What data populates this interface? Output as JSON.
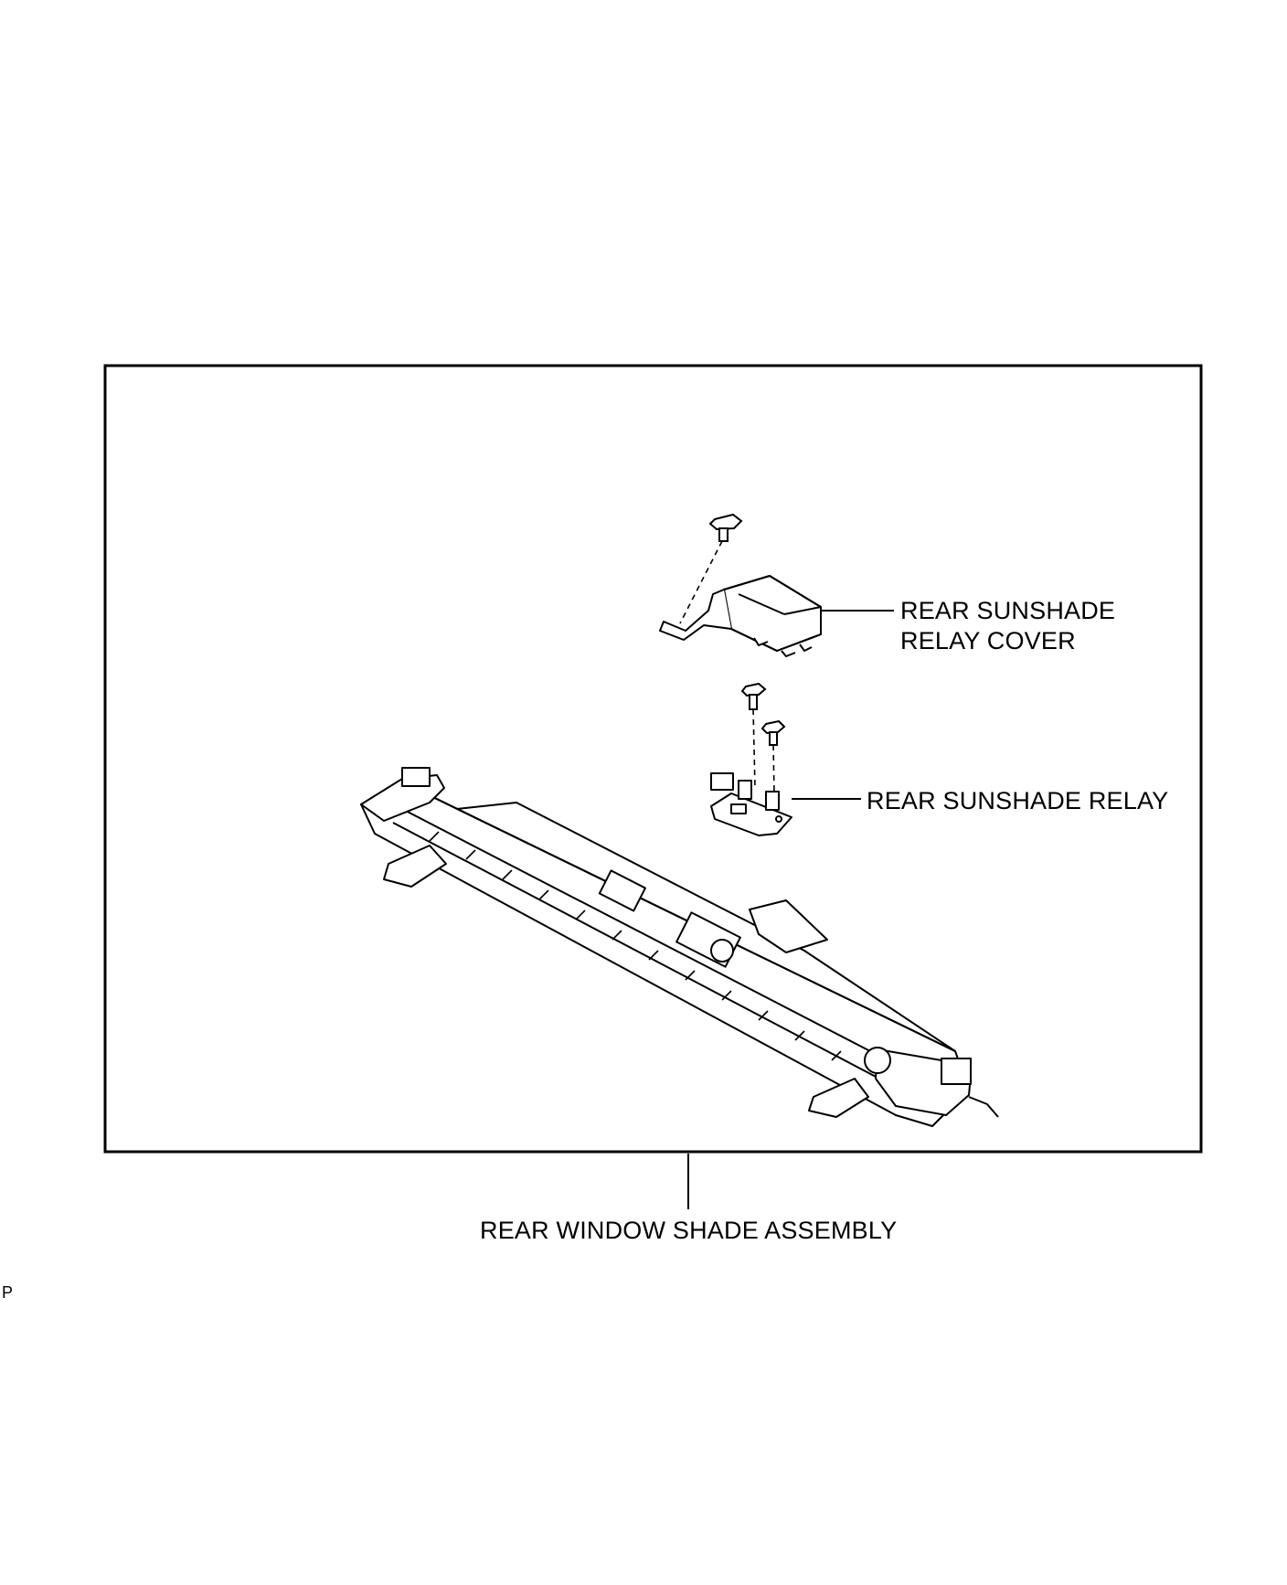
{
  "labels": {
    "relay_cover_line1": "REAR SUNSHADE",
    "relay_cover_line2": "RELAY COVER",
    "relay": "REAR SUNSHADE RELAY",
    "assembly": "REAR WINDOW SHADE ASSEMBLY"
  },
  "figure_code": "P"
}
